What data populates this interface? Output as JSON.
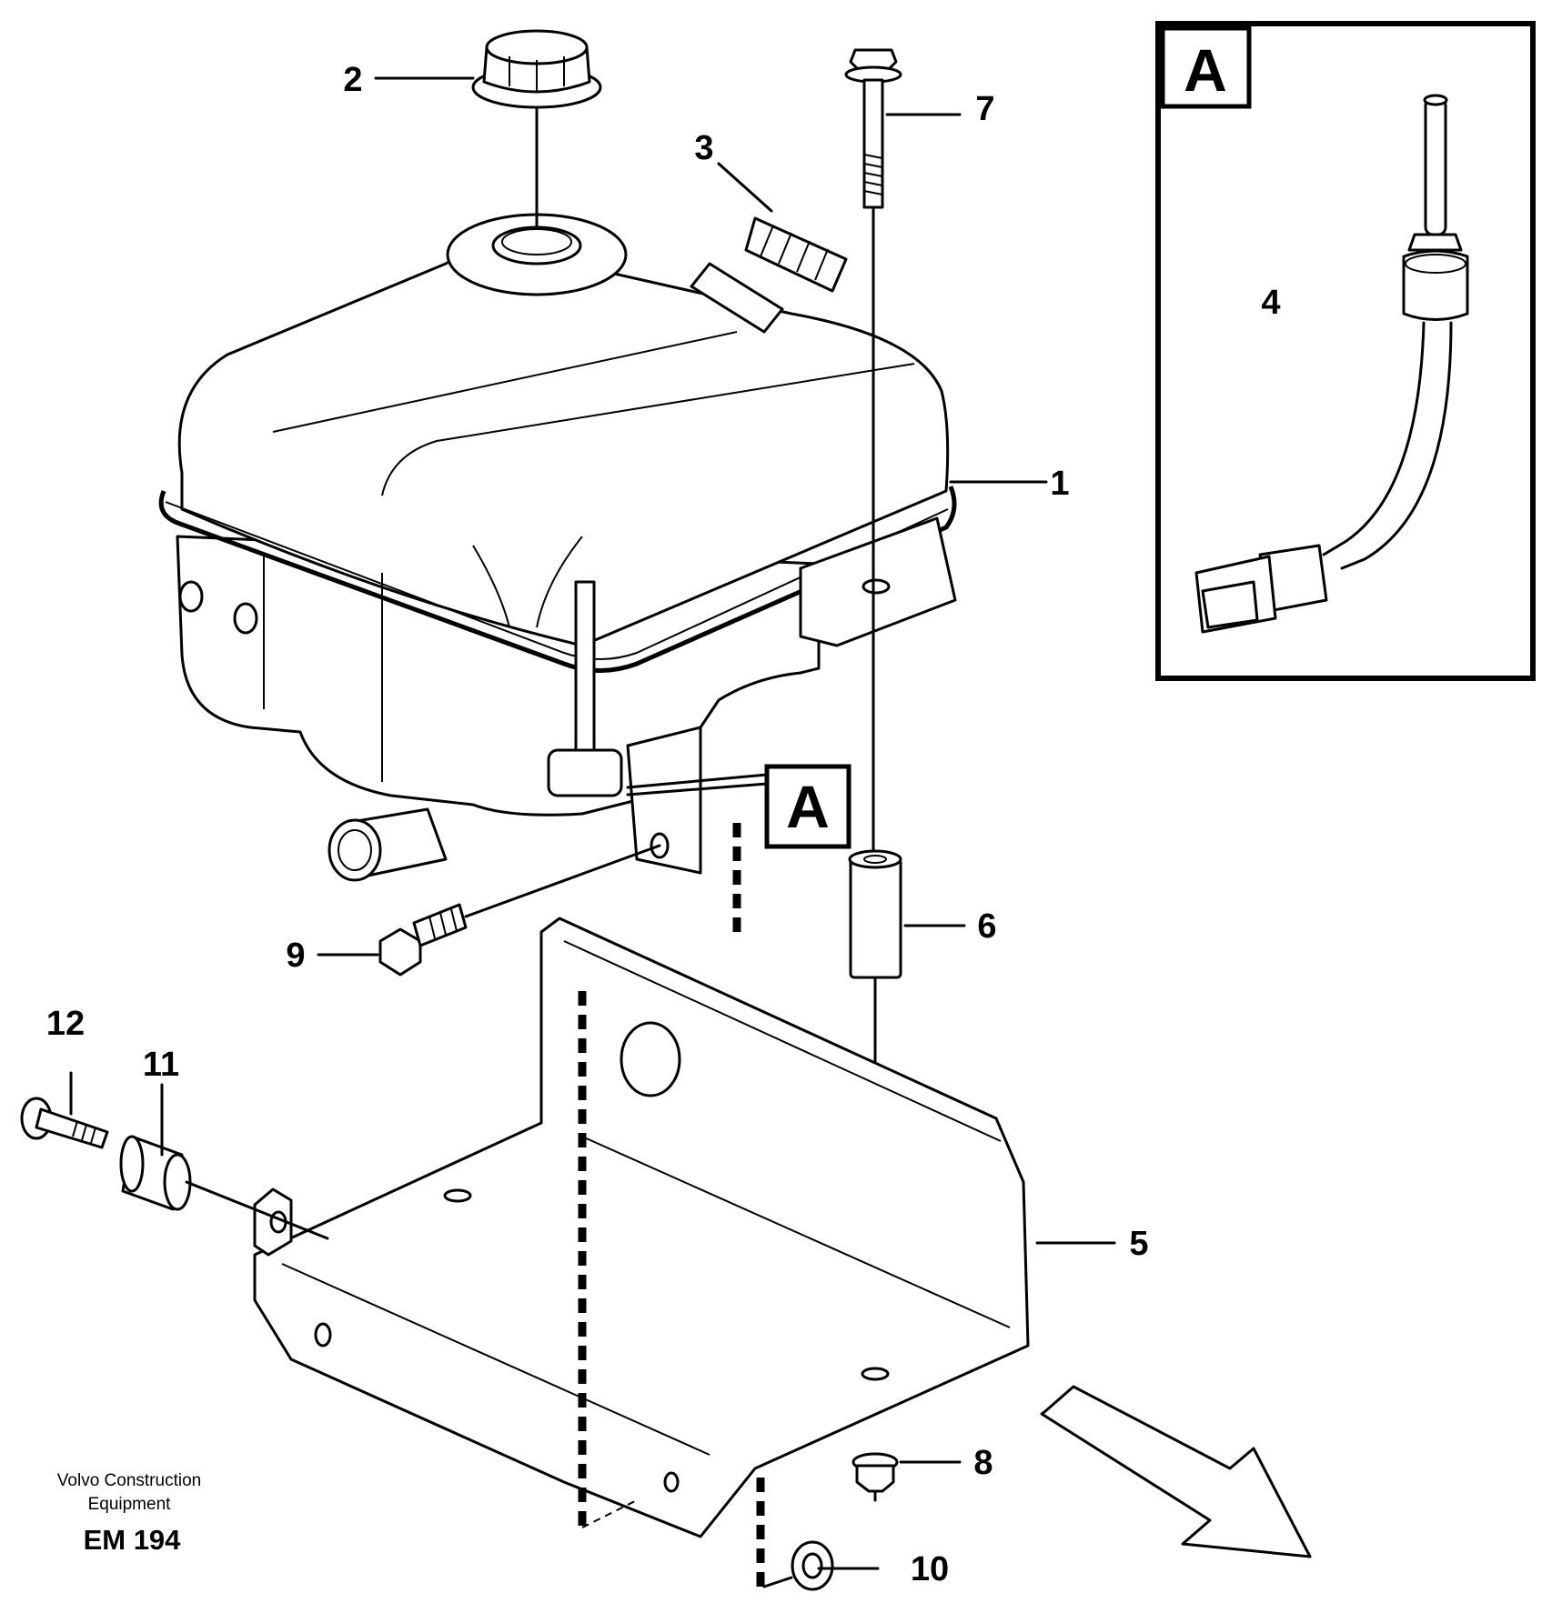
{
  "callouts": {
    "part_1": "1",
    "part_2": "2",
    "part_3": "3",
    "part_4": "4",
    "part_5": "5",
    "part_6": "6",
    "part_7": "7",
    "part_8": "8",
    "part_9": "9",
    "part_10": "10",
    "part_11": "11",
    "part_12": "12"
  },
  "detail": {
    "reference_label": "A",
    "inset_label": "A"
  },
  "credit": {
    "line1": "Volvo Construction",
    "line2": "Equipment"
  },
  "figure_code": "EM 194"
}
